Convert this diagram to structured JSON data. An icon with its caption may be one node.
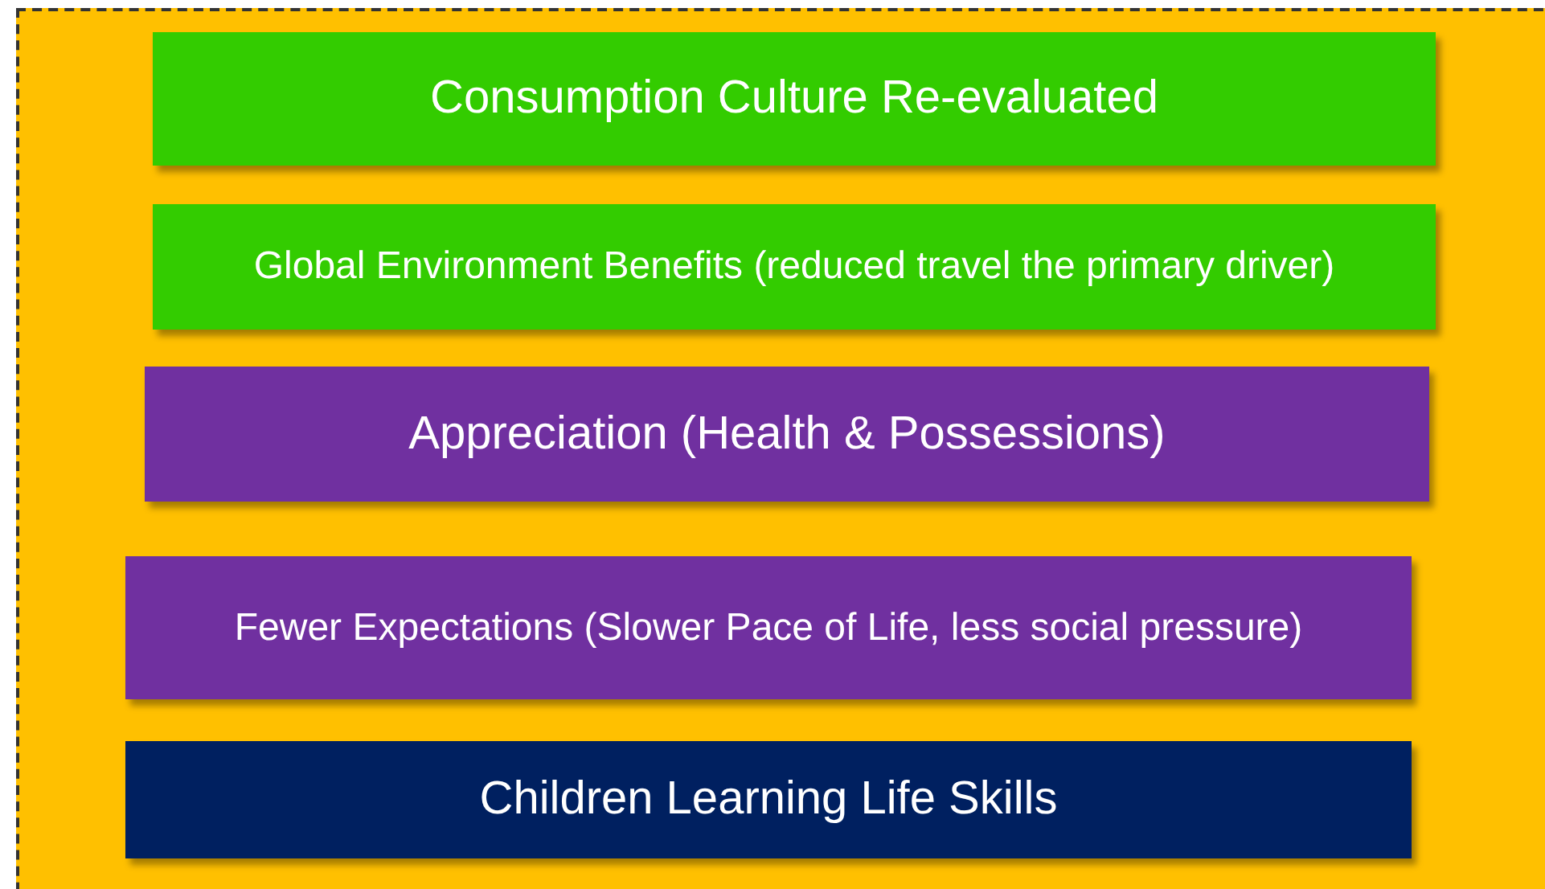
{
  "diagram": {
    "nodes": [
      {
        "text": [
          "Consumption Culture Re-evaluated"
        ]
      },
      {
        "text": [
          "Global Environment Benefits (reduced travel the primary driver)"
        ]
      },
      {
        "text": [
          "Appreciation (Health & Possessions)"
        ]
      },
      {
        "text": [
          "Fewer Expectations (Slower Pace of Life, less social pressure)"
        ]
      },
      {
        "text": [
          "Children Learning Life Skills"
        ]
      }
    ]
  }
}
